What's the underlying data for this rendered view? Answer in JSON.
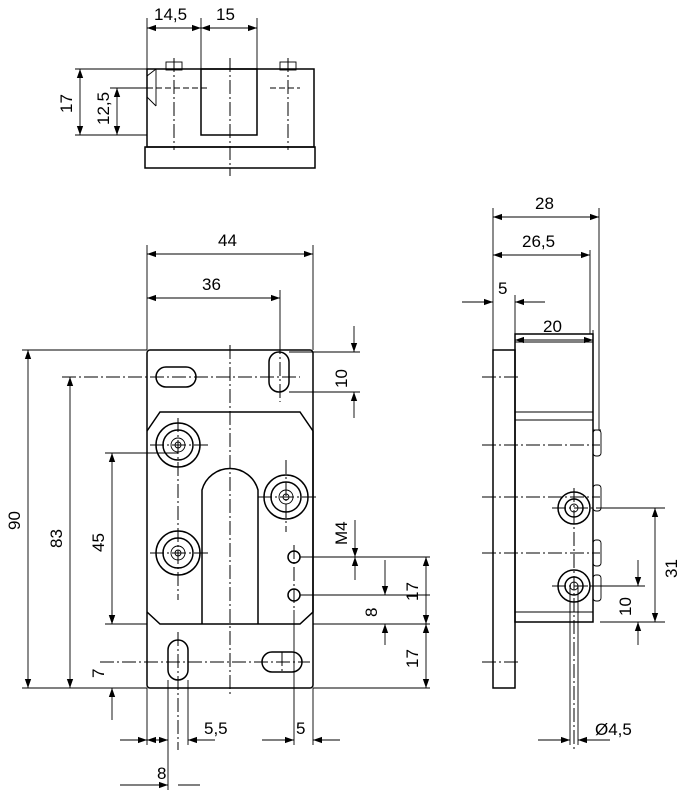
{
  "dimensions": {
    "top_width_left": "14,5",
    "top_width_right": "15",
    "top_height_total": "17",
    "top_height_inner": "12,5",
    "front_width_total": "44",
    "front_width_partial": "36",
    "front_slot_10": "10",
    "front_height_total": "90",
    "front_height_83": "83",
    "front_height_45": "45",
    "front_thread": "M4",
    "front_17_upper": "17",
    "front_8": "8",
    "front_17_lower": "17",
    "front_7": "7",
    "front_5_5": "5,5",
    "front_5": "5",
    "front_8_bottom": "8",
    "side_28": "28",
    "side_26_5": "26,5",
    "side_5": "5",
    "side_20": "20",
    "side_31": "31",
    "side_10": "10",
    "side_hole_dia": "Ø4,5"
  }
}
